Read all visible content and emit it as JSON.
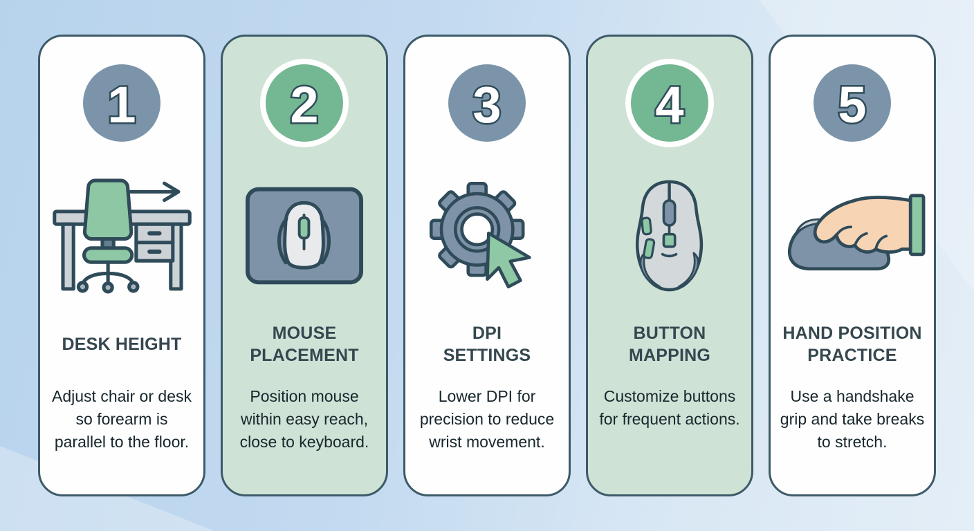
{
  "infographic": {
    "topic": "mouse-ergonomics-steps",
    "colors": {
      "background_blue": "#b7d3ec",
      "card_white": "#fefefe",
      "card_green": "#cfe2d6",
      "border_slate": "#3d5a68",
      "badge_slate": "#7b94a9",
      "badge_green": "#74b793",
      "icon_outline": "#2f4b59",
      "icon_green": "#8ec7a4",
      "title_color": "#35474f",
      "body_color": "#17262c"
    },
    "cards": [
      {
        "number": "1",
        "title": "DESK HEIGHT",
        "description": "Adjust chair or desk so forearm is parallel to the floor.",
        "icon": "desk-chair-arrow-icon",
        "theme": "white"
      },
      {
        "number": "2",
        "title": "MOUSE\nPLACEMENT",
        "description": "Position mouse within easy reach, close to keyboard.",
        "icon": "mouse-on-pad-icon",
        "theme": "green"
      },
      {
        "number": "3",
        "title": "DPI\nSETTINGS",
        "description": "Lower DPI for precision to reduce wrist movement.",
        "icon": "gear-cursor-icon",
        "theme": "white"
      },
      {
        "number": "4",
        "title": "BUTTON\nMAPPING",
        "description": "Customize buttons for frequent actions.",
        "icon": "multi-button-mouse-icon",
        "theme": "green"
      },
      {
        "number": "5",
        "title": "HAND POSITION\nPRACTICE",
        "description": "Use a handshake grip and take breaks to stretch.",
        "icon": "hand-on-mouse-icon",
        "theme": "white"
      }
    ]
  }
}
